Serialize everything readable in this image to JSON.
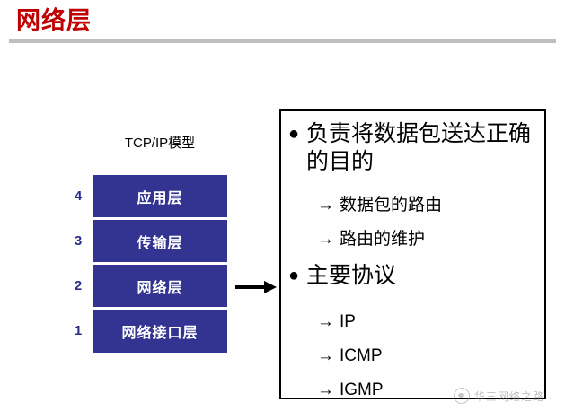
{
  "slide": {
    "title": "网络层",
    "rule_color": "#BFBFBF",
    "title_color": "#C00000",
    "background": "#FFFFFF"
  },
  "stack": {
    "caption": "TCP/IP模型",
    "band_color": "#333392",
    "label_color": "#FFFFFF",
    "number_color": "#2B2B8C",
    "layers": [
      {
        "number": "4",
        "label": "应用层"
      },
      {
        "number": "3",
        "label": "传输层"
      },
      {
        "number": "2",
        "label": "网络层"
      },
      {
        "number": "1",
        "label": "网络接口层"
      }
    ]
  },
  "arrow": {
    "name": "network-layer-to-description-arrow",
    "direction": "right",
    "color": "#000000"
  },
  "description": {
    "border_color": "#000000",
    "bullets": [
      {
        "marker": "●",
        "text": "负责将数据包送达正确的目的"
      },
      {
        "marker": "●",
        "text": "主要协议"
      }
    ],
    "sub_items": [
      {
        "marker": "→",
        "text": "数据包的路由"
      },
      {
        "marker": "→",
        "text": "路由的维护"
      },
      {
        "marker": "→",
        "text": "IP"
      },
      {
        "marker": "→",
        "text": "ICMP"
      },
      {
        "marker": "→",
        "text": "IGMP"
      }
    ]
  },
  "watermark": {
    "text": "华三网络之路",
    "color": "#8A8A8A"
  }
}
